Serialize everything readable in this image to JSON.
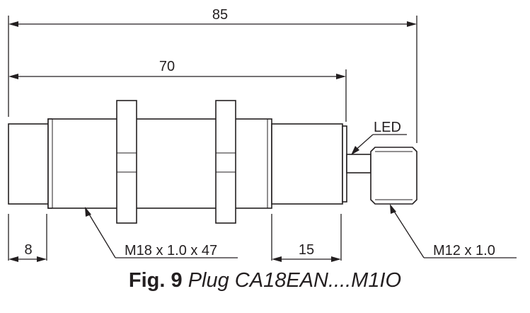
{
  "dimensions": {
    "overall_length": "85",
    "body_length": "70",
    "rear_plain": "8",
    "front_plain": "15"
  },
  "labels": {
    "led": "LED",
    "body_thread": "M18 x 1.0 x 47",
    "connector_thread": "M12 x 1.0"
  },
  "caption": {
    "fig": "Fig. 9",
    "model": "Plug CA18EAN....M1IO"
  },
  "colors": {
    "ink": "#231f20",
    "background": "#ffffff"
  }
}
